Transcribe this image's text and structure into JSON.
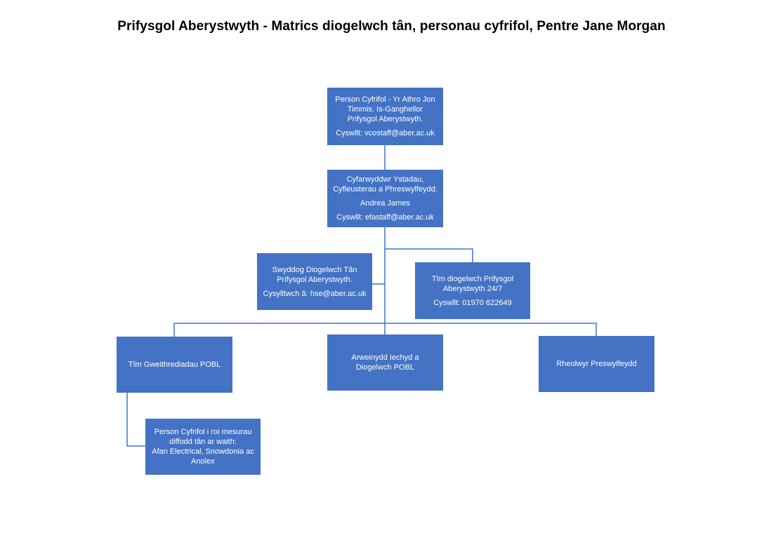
{
  "title": "Prifysgol Aberystwyth - Matrics diogelwch tân, personau cyfrifol, Pentre Jane Morgan",
  "colors": {
    "box_fill": "#4472C4",
    "box_text": "#FFFFFF",
    "connector": "#4472C4"
  },
  "nodes": {
    "vc": {
      "line1": "Person Cyfrifol - Yr Athro Jon",
      "line2": "Timmis. Is-Ganghellor",
      "line3": "Prifysgol Aberystwyth.",
      "contact": "Cyswllt: vcostaff@aber.ac.uk"
    },
    "director": {
      "line1": "Cyfarwyddwr Ystadau,",
      "line2": "Cyfleusterau a Phreswylfeydd:",
      "name": "Andrea James",
      "contact": "Cyswllt: efastaff@aber.ac.uk"
    },
    "fire_officer": {
      "line1": "Swyddog Diogelwch Tân",
      "line2": "Prifysgol Aberystwyth.",
      "contact": "Cysylltwch â: hse@aber.ac.uk"
    },
    "security": {
      "line1": "Tîm diogelwch Prifysgol",
      "line2": "Aberystwyth 24/7",
      "contact": "Cyswllt: 01970 622649"
    },
    "people_ops": {
      "line1": "Tîm Gweithrediadau POBL"
    },
    "hs_lead": {
      "line1": "Arweinydd Iechyd a",
      "line2": "Diogelwch POBL"
    },
    "residences": {
      "line1": "Rheolwyr Preswylfeydd"
    },
    "contractor": {
      "line1": "Person Cyfrifol i roi mesurau",
      "line2": "diffodd tân ar waith:",
      "line3": "Afan Electrical, Snowdonia ac",
      "line4": "Anolex"
    }
  }
}
